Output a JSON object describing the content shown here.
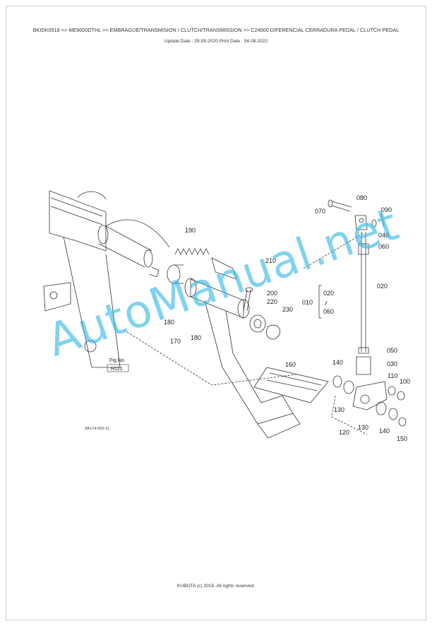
{
  "header": {
    "breadcrumb": "BKIDK0518 >> ME9000DTHL >> EMBRAGUE/TRANSMISION / CLUTCH/TRANSMISSION >> C24000   DIFERENCIAL CERRADURA PEDAL / CLUTCH PEDAL",
    "dates": "Update Date : 29-05-2020   Print Date : 04-08-2022"
  },
  "diagram": {
    "figure_code": "3A174-020-11",
    "fig_ref": {
      "line1": "Fig.No.",
      "line2": "H110"
    },
    "callouts": {
      "c070": "070",
      "c080": "080",
      "c090": "090",
      "c040": "040",
      "c060": "060",
      "c190": "190",
      "c210": "210",
      "c200": "200",
      "c220": "220",
      "c230": "230",
      "c020": "020",
      "g020": "020",
      "g010": "010",
      "g060": "060",
      "c180a": "180",
      "c180b": "180",
      "c170": "170",
      "c050": "050",
      "c030": "030",
      "c160": "160",
      "c140a": "140",
      "c110": "110",
      "c100": "100",
      "c130a": "130",
      "c120": "120",
      "c130b": "130",
      "c140b": "140",
      "c150": "150"
    }
  },
  "watermark": "AutoManual.net",
  "footer": "KUBOTA (c) 2015. All rights reserved."
}
